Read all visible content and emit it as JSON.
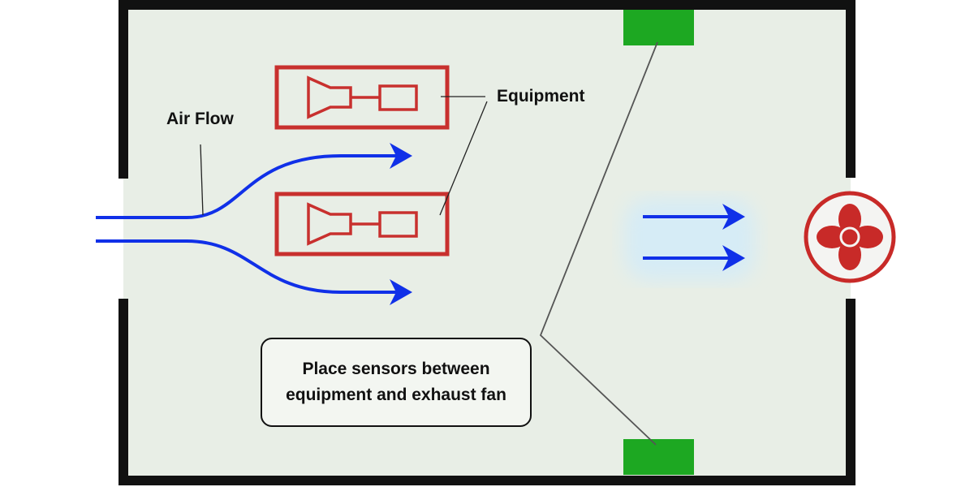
{
  "labels": {
    "air_flow": "Air Flow",
    "equipment": "Equipment",
    "callout_line1": "Place sensors between",
    "callout_line2": "equipment and exhaust fan"
  },
  "colors": {
    "wall": "#111111",
    "room": "#e8eee6",
    "equipment": "#c8302e",
    "sensor": "#1da822",
    "airflow": "#1030e8",
    "fan": "#c82a28"
  },
  "icons": [
    "equipment-icon",
    "exhaust-fan-icon",
    "sensor-icon",
    "arrow-icon"
  ]
}
